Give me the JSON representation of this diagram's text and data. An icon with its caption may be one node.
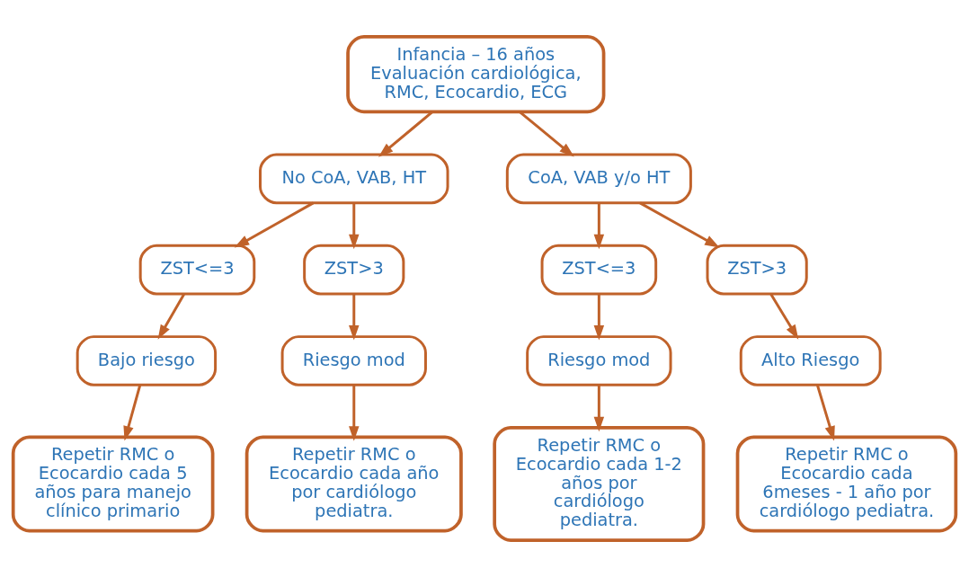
{
  "diagram": {
    "nodes": [
      {
        "text": [
          "Infancia – 16 años Evaluación cardiológica, RMC, Ecocardio, ECG"
        ]
      },
      {
        "text": [
          "No CoA, VAB, HT"
        ]
      },
      {
        "text": [
          "CoA, VAB y/o HT"
        ]
      },
      {
        "text": [
          "ZST<=3"
        ]
      },
      {
        "text": [
          "ZST>3"
        ]
      },
      {
        "text": [
          "ZST<=3"
        ]
      },
      {
        "text": [
          "ZST>3"
        ]
      },
      {
        "text": [
          "Bajo riesgo"
        ]
      },
      {
        "text": [
          "Riesgo mod"
        ]
      },
      {
        "text": [
          "Riesgo mod"
        ]
      },
      {
        "text": [
          "Alto Riesgo"
        ]
      },
      {
        "text": [
          "Repetir RMC o Ecocardio cada 5 años para manejo clínico primario"
        ]
      },
      {
        "text": [
          "Repetir RMC o Ecocardio cada año por cardiólogo pediatra."
        ]
      },
      {
        "text": [
          "Repetir RMC o Ecocardio cada 1-2 años por cardiólogo pediatra."
        ]
      },
      {
        "text": [
          "Repetir RMC o Ecocardio cada 6meses - 1 año por cardiólogo pediatra."
        ]
      }
    ],
    "edges": [
      {
        "from": 0,
        "to": 1,
        "arrow": "to"
      },
      {
        "from": 0,
        "to": 2,
        "arrow": "to"
      },
      {
        "from": 1,
        "to": 3,
        "arrow": "to"
      },
      {
        "from": 1,
        "to": 4,
        "arrow": "to"
      },
      {
        "from": 2,
        "to": 5,
        "arrow": "to"
      },
      {
        "from": 2,
        "to": 6,
        "arrow": "to"
      },
      {
        "from": 3,
        "to": 7,
        "arrow": "to"
      },
      {
        "from": 4,
        "to": 8,
        "arrow": "to"
      },
      {
        "from": 5,
        "to": 9,
        "arrow": "to"
      },
      {
        "from": 6,
        "to": 10,
        "arrow": "to"
      },
      {
        "from": 7,
        "to": 11,
        "arrow": "to"
      },
      {
        "from": 8,
        "to": 12,
        "arrow": "to"
      },
      {
        "from": 9,
        "to": 13,
        "arrow": "to"
      },
      {
        "from": 10,
        "to": 14,
        "arrow": "to"
      }
    ]
  }
}
